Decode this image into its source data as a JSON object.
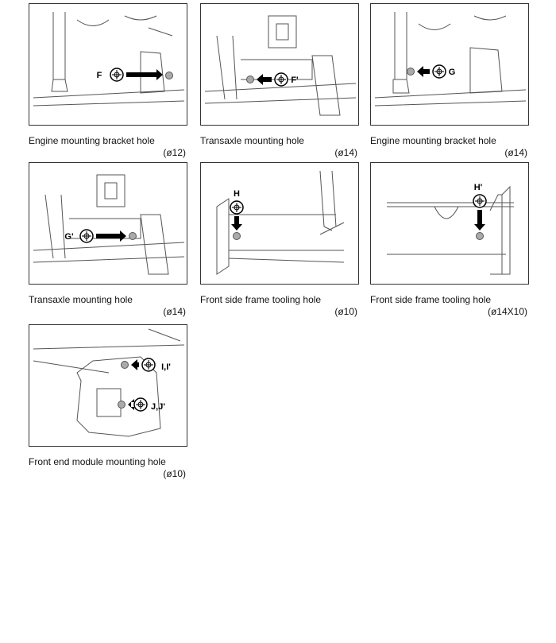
{
  "figures": [
    {
      "caption": "Engine mounting bracket hole",
      "size": "(ø12)",
      "labels": [
        "F"
      ]
    },
    {
      "caption": "Transaxle mounting hole",
      "size": "(ø14)",
      "labels": [
        "F'"
      ]
    },
    {
      "caption": "Engine mounting bracket hole",
      "size": "(ø14)",
      "labels": [
        "G"
      ]
    },
    {
      "caption": "Transaxle mounting hole",
      "size": "(ø14)",
      "labels": [
        "G'"
      ]
    },
    {
      "caption": "Front side frame tooling hole",
      "size": "(ø10)",
      "labels": [
        "H"
      ]
    },
    {
      "caption": "Front side frame tooling hole",
      "size": "(ø14X10)",
      "labels": [
        "H'"
      ]
    },
    {
      "caption": "Front end module mounting hole",
      "size": "(ø10)",
      "labels": [
        "I,I'",
        "J,J'"
      ]
    }
  ]
}
